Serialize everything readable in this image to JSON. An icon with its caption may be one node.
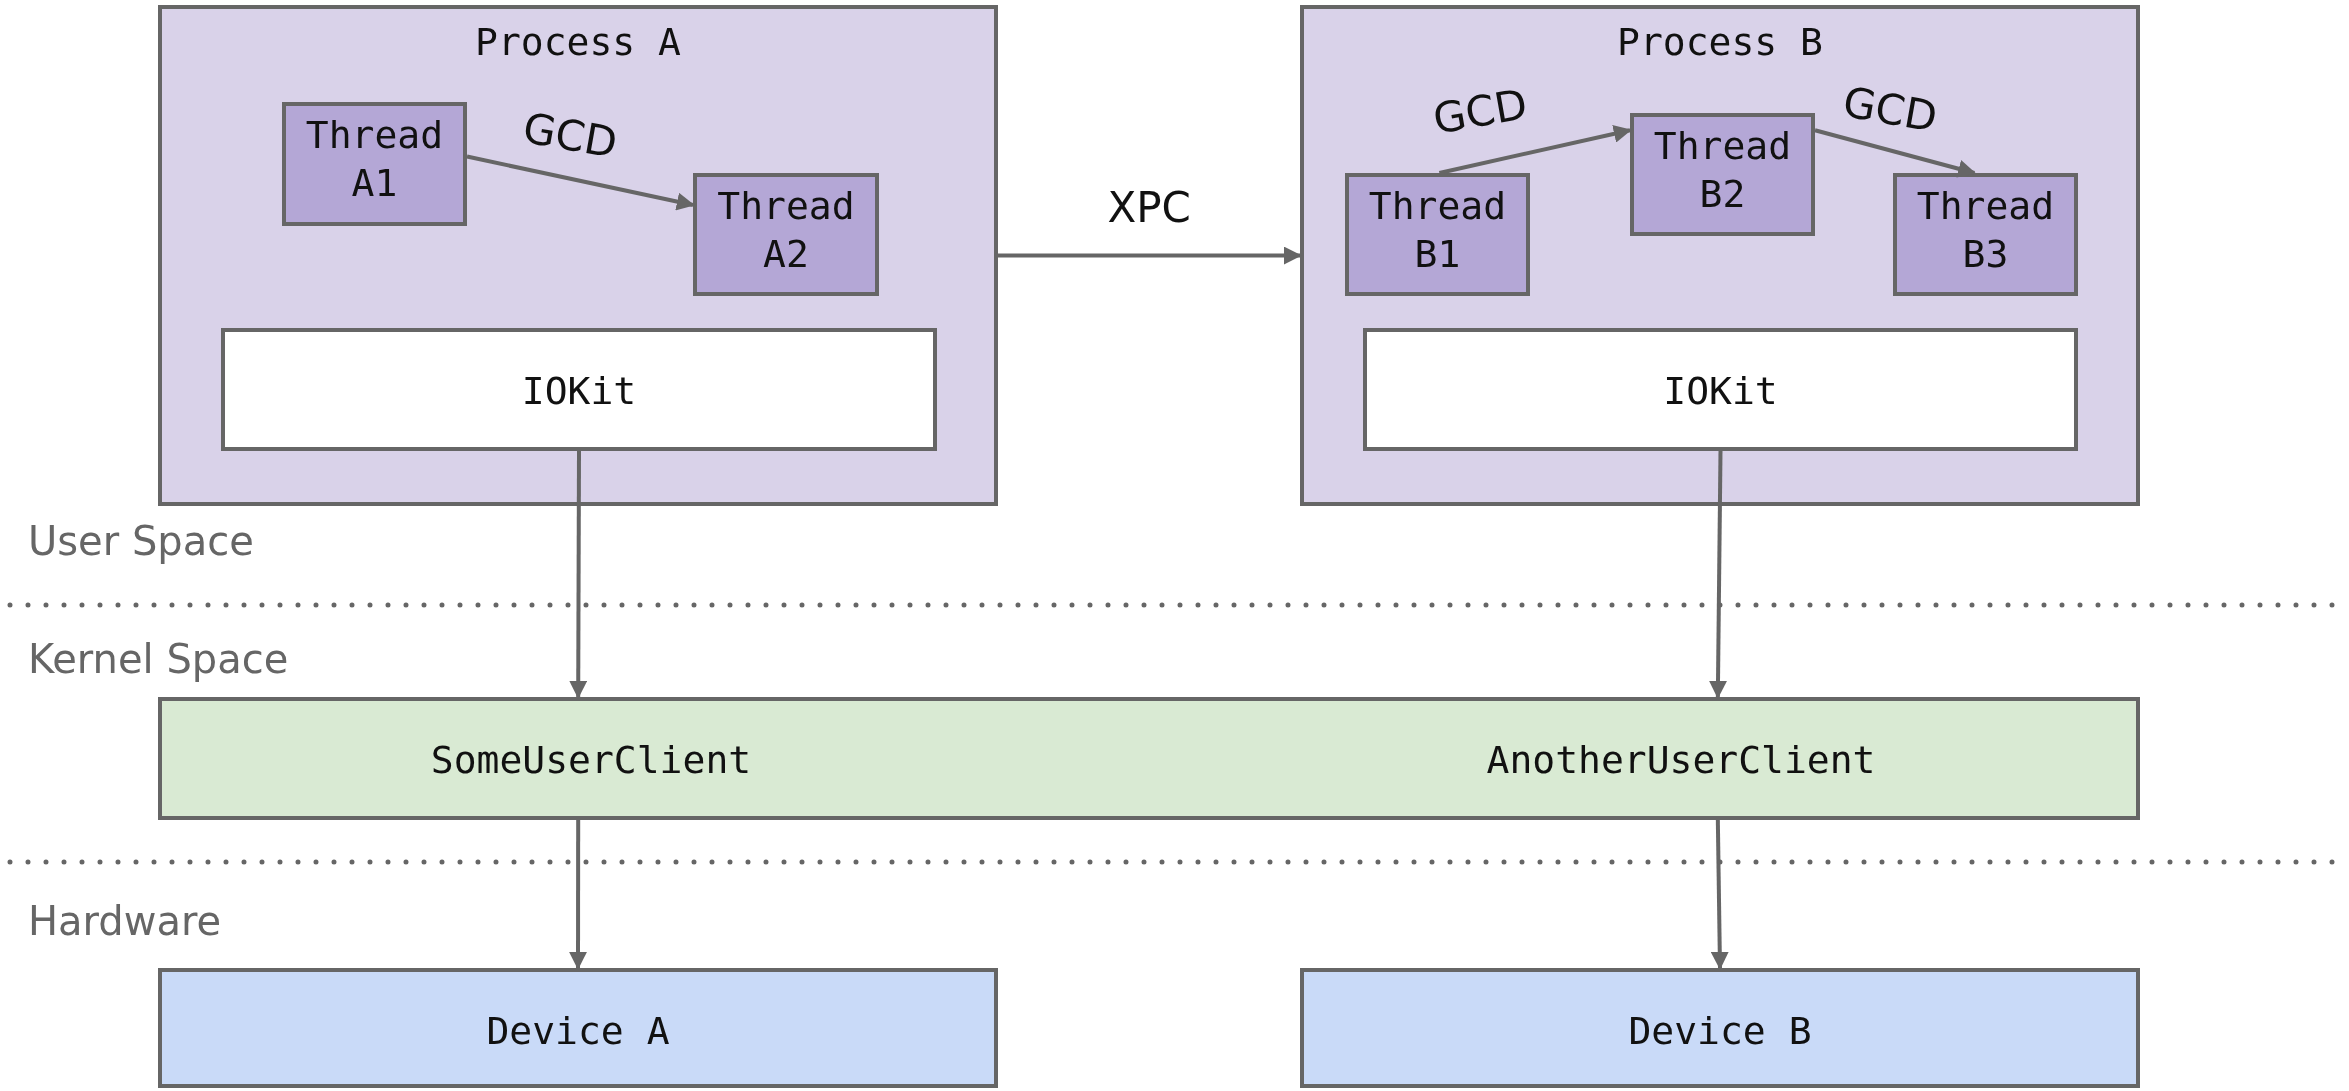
{
  "diagram": {
    "nodes": [
      {
        "text": [
          "Process A"
        ]
      },
      {
        "text": [
          "Thread A1"
        ],
        "in": 0
      },
      {
        "text": [
          "Thread A2"
        ],
        "in": 0
      },
      {
        "text": [
          "IOKit"
        ],
        "in": 0
      },
      {
        "text": [
          "Process B"
        ]
      },
      {
        "text": [
          "Thread B1"
        ],
        "in": 4
      },
      {
        "text": [
          "Thread B2"
        ],
        "in": 4
      },
      {
        "text": [
          "Thread B3"
        ],
        "in": 4
      },
      {
        "text": [
          "IOKit"
        ],
        "in": 4
      },
      {
        "text": [
          "SomeUserClient",
          "AnotherUserClient"
        ]
      },
      {
        "text": [
          "Device A"
        ]
      },
      {
        "text": [
          "Device B"
        ]
      }
    ],
    "edges": [
      {
        "from": 1,
        "to": 2,
        "arrow": "to",
        "label": "GCD"
      },
      {
        "from": 5,
        "to": 6,
        "arrow": "to",
        "label": "GCD"
      },
      {
        "from": 6,
        "to": 7,
        "arrow": "to",
        "label": "GCD"
      },
      {
        "from": 0,
        "to": 4,
        "arrow": "to",
        "label": "XPC"
      },
      {
        "from": 3,
        "to": 9,
        "arrow": "to"
      },
      {
        "from": 8,
        "to": 9,
        "arrow": "to"
      },
      {
        "from": 9,
        "to": 10,
        "arrow": "to"
      },
      {
        "from": 9,
        "to": 11,
        "arrow": "to"
      }
    ],
    "labels": [
      "User Space",
      "Kernel Space",
      "Hardware"
    ]
  }
}
